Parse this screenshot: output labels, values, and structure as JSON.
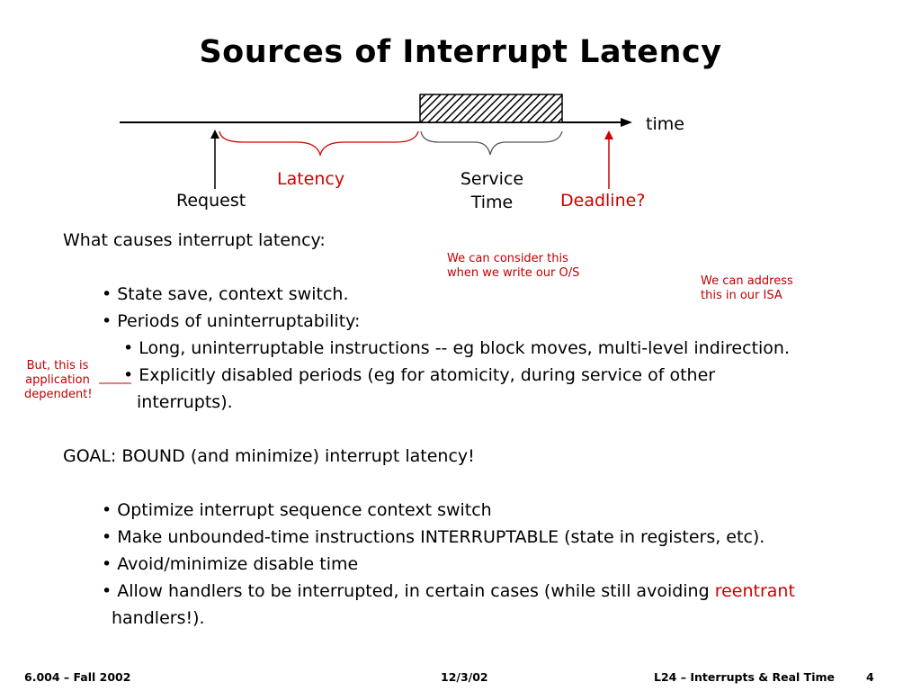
{
  "title": "Sources of Interrupt Latency",
  "diagram": {
    "time_label": "time",
    "request_label": "Request",
    "latency_label": "Latency",
    "service_label_line1": "Service",
    "service_label_line2": "Time",
    "deadline_label": "Deadline?"
  },
  "colors": {
    "accent": "#d00000",
    "text": "#000000",
    "brace_gray": "#555555"
  },
  "body": {
    "question": "What causes interrupt latency:",
    "causes": [
      "• State save, context switch.",
      "• Periods of uninterruptability:"
    ],
    "sub_causes": [
      "• Long, uninterruptable instructions -- eg block moves, multi-level indirection.",
      "• Explicitly disabled periods (eg for atomicity, during service of other",
      "interrupts)."
    ],
    "goal": "GOAL: BOUND (and minimize) interrupt latency!",
    "solutions": [
      "• Optimize interrupt sequence context switch",
      "• Make unbounded-time instructions INTERRUPTABLE (state in registers, etc).",
      "• Avoid/minimize disable time"
    ],
    "last_solution_pre": "• Allow handlers to be interrupted, in certain cases (while still avoiding ",
    "last_solution_red": "reentrant",
    "last_solution_cont": "handlers!)."
  },
  "notes": {
    "os_line1": "We can consider this",
    "os_line2": "when we write our O/S",
    "isa_line1": "We can address",
    "isa_line2": "this in our ISA",
    "app_line1": "But, this is",
    "app_line2": "application",
    "app_line3": "dependent!"
  },
  "footer": {
    "course": "6.004 – Fall 2002",
    "date": "12/3/02",
    "lecture": "L24 – Interrupts & Real Time",
    "page": "4"
  }
}
